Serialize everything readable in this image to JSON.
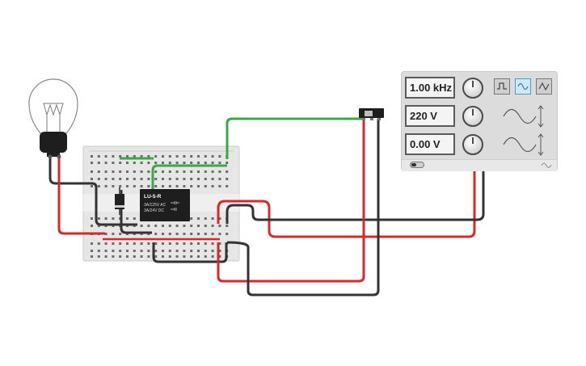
{
  "relay": {
    "model": "LU-5-R",
    "rating_ac": "3A/125V AC",
    "rating_dc": "3A/24V  DC"
  },
  "function_generator": {
    "frequency": "1.00 kHz",
    "amplitude": "220 V",
    "dc_offset": "0.00 V",
    "selected_waveform": "sine",
    "waveforms": [
      "square",
      "sine",
      "triangle"
    ]
  },
  "colors": {
    "wire_red": "#d42a2a",
    "wire_black": "#333333",
    "wire_green": "#3aa845",
    "breadboard": "#e6e6e6",
    "relay_body": "#1e1e1e"
  }
}
